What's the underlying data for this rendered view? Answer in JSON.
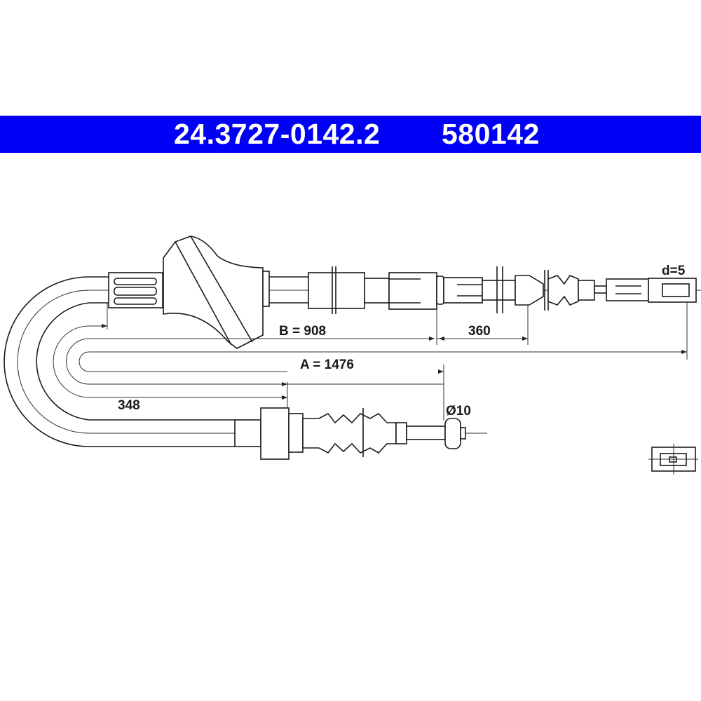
{
  "header": {
    "part_number": "24.3727-0142.2",
    "ref_number": "580142",
    "band_color": "#0000f5"
  },
  "dimensions": {
    "b_label": "B = 908",
    "a_label": "A = 1476",
    "short_label": "360",
    "end_label": "348",
    "ball_label": "Ø10",
    "eye_label": "d=5"
  }
}
